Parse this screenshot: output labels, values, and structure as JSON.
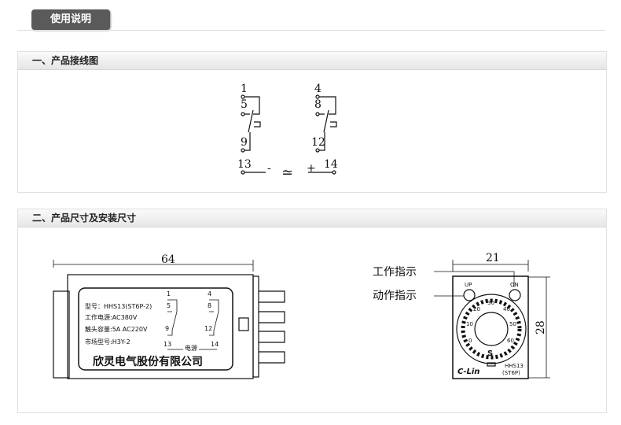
{
  "tab": "使用说明",
  "sections": [
    {
      "title": "一、产品接线图"
    },
    {
      "title": "二、产品尺寸及安装尺寸"
    }
  ],
  "wiring": {
    "t1": "1",
    "t5": "5",
    "t9": "9",
    "t13": "13",
    "t4": "4",
    "t8": "8",
    "t12": "12",
    "t14": "14",
    "minus": "-",
    "ac": "≃",
    "plus": "+"
  },
  "front": {
    "width": "64",
    "model": "型号：HHS13(ST6P-2)",
    "power": "工作电源:AC380V",
    "contact": "触头容量:5A  AC220V",
    "market": "市场型号:H3Y-2",
    "power_label": "电源",
    "company": "欣灵电气股份有限公司"
  },
  "face": {
    "width": "21",
    "height": "28",
    "work_ind": "工作指示",
    "act_ind": "动作指示",
    "up": "UP",
    "on": "ON",
    "scale": [
      "0",
      "10",
      "20",
      "30",
      "40",
      "50",
      "60"
    ],
    "unit": "S",
    "brand": "C-Lin",
    "model1": "HHS13",
    "model2": "(ST6P)"
  }
}
